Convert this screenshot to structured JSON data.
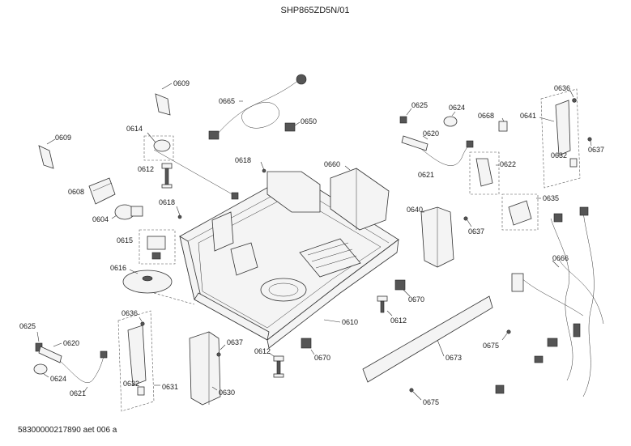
{
  "header": {
    "model": "SHP865ZD5N/01"
  },
  "footer": {
    "doc_ref": "5830000021789​0 aet 006 a"
  },
  "callouts": {
    "c0609a": "0609",
    "c0609b": "0609",
    "c0665": "0665",
    "c0650": "0650",
    "c0625a": "0625",
    "c0624a": "0624",
    "c0636a": "0636",
    "c0641": "0641",
    "c0668": "0668",
    "c0620a": "0620",
    "c0637a": "0637",
    "c0614": "0614",
    "c0618a": "0618",
    "c0660": "0660",
    "c0632a": "0632",
    "c0612a": "0612",
    "c0621a": "0621",
    "c0622": "0622",
    "c0608": "0608",
    "c0618b": "0618",
    "c0635": "0635",
    "c0604": "0604",
    "c0640": "0640",
    "c0637b": "0637",
    "c0615": "0615",
    "c0666": "0666",
    "c0616": "0616",
    "c0670a": "0670",
    "c0636b": "0636",
    "c0610": "0610",
    "c0612b": "0612",
    "c0625b": "0625",
    "c0675a": "0675",
    "c0637c": "0637",
    "c0620b": "0620",
    "c0612c": "0612",
    "c0670b": "0670",
    "c0673": "0673",
    "c0632b": "0632",
    "c0624b": "0624",
    "c0631": "0631",
    "c0630": "0630",
    "c0621b": "0621",
    "c0675b": "0675"
  }
}
